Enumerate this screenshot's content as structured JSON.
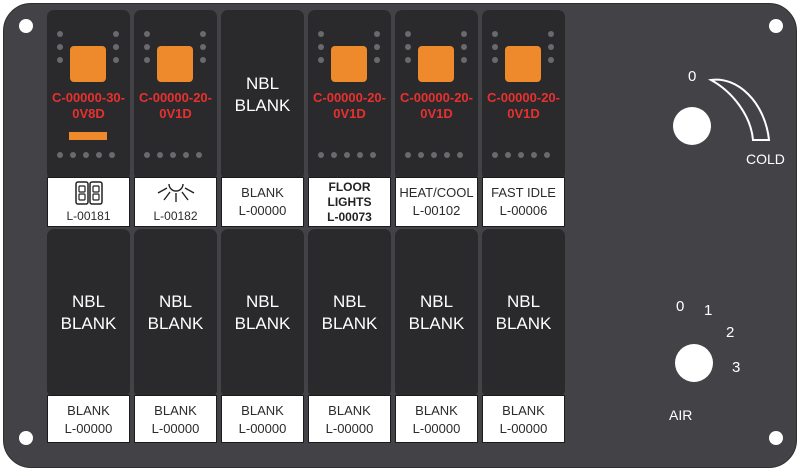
{
  "top_switches": [
    {
      "type": "lit",
      "part_number": "C-00000-30-0V8D",
      "bar": true
    },
    {
      "type": "lit",
      "part_number": "C-00000-20-0V1D",
      "bar": false
    },
    {
      "type": "blank",
      "text_line1": "NBL",
      "text_line2": "BLANK"
    },
    {
      "type": "lit",
      "part_number": "C-00000-20-0V1D",
      "bar": false
    },
    {
      "type": "lit",
      "part_number": "C-00000-20-0V1D",
      "bar": false
    },
    {
      "type": "lit",
      "part_number": "C-00000-20-0V1D",
      "bar": false
    }
  ],
  "top_labels": [
    {
      "icon": "double-door-icon",
      "line1": "",
      "line2": "L-00181"
    },
    {
      "icon": "light-icon",
      "line1": "",
      "line2": "L-00182"
    },
    {
      "icon": "",
      "line1": "BLANK",
      "line2": "L-00000"
    },
    {
      "icon": "",
      "line1": "FLOOR",
      "line1b": "LIGHTS",
      "line2": "L-00073"
    },
    {
      "icon": "",
      "line1": "HEAT/COOL",
      "line2": "L-00102"
    },
    {
      "icon": "",
      "line1": "FAST IDLE",
      "line2": "L-00006"
    }
  ],
  "bottom_switches": [
    {
      "text_line1": "NBL",
      "text_line2": "BLANK"
    },
    {
      "text_line1": "NBL",
      "text_line2": "BLANK"
    },
    {
      "text_line1": "NBL",
      "text_line2": "BLANK"
    },
    {
      "text_line1": "NBL",
      "text_line2": "BLANK"
    },
    {
      "text_line1": "NBL",
      "text_line2": "BLANK"
    },
    {
      "text_line1": "NBL",
      "text_line2": "BLANK"
    }
  ],
  "bottom_labels": [
    {
      "line1": "BLANK",
      "line2": "L-00000"
    },
    {
      "line1": "BLANK",
      "line2": "L-00000"
    },
    {
      "line1": "BLANK",
      "line2": "L-00000"
    },
    {
      "line1": "BLANK",
      "line2": "L-00000"
    },
    {
      "line1": "BLANK",
      "line2": "L-00000"
    },
    {
      "line1": "BLANK",
      "line2": "L-00000"
    }
  ],
  "temp_dial": {
    "zero_label": "0",
    "label": "COLD"
  },
  "air_dial": {
    "positions": [
      "0",
      "1",
      "2",
      "3"
    ],
    "label": "AIR"
  },
  "colors": {
    "panel": "#434347",
    "switch": "#2a2a2d",
    "indicator": "#ef8a2c",
    "part_number": "#e8312f"
  }
}
